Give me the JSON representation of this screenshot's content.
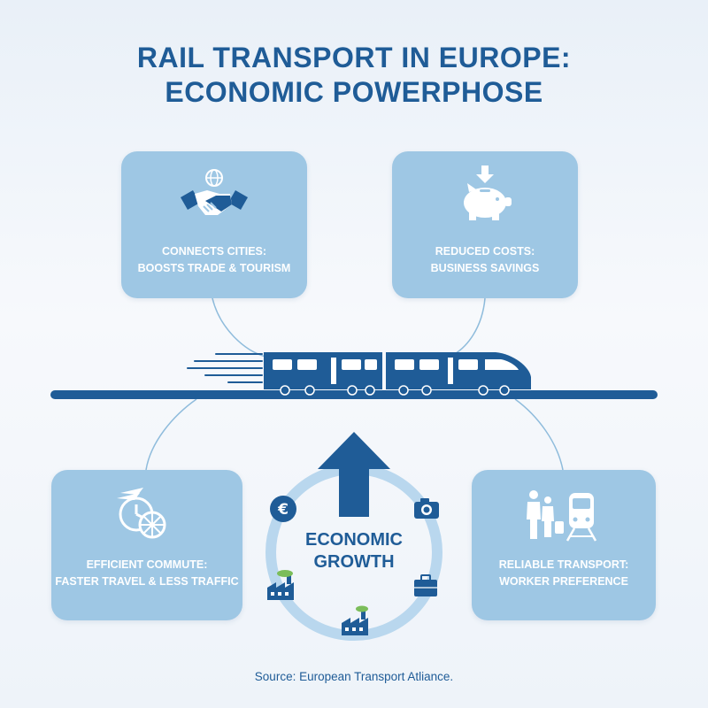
{
  "title": {
    "line1": "RAIL TRANSPORT IN EUROPE:",
    "line2": "ECONOMIC POWERPHOSE"
  },
  "cards": {
    "connects": {
      "line1": "CONNECTS CITIES:",
      "line2": "BOOSTS TRADE & TOURISM",
      "icon": "handshake-globe-icon"
    },
    "reduced": {
      "line1": "REDUCED COSTS:",
      "line2": "BUSINESS SAVINGS",
      "icon": "piggy-bank-icon"
    },
    "commute": {
      "line1": "EFFICIENT COMMUTE:",
      "line2": "FASTER TRAVEL & LESS TRAFFIC",
      "icon": "clock-wheel-icon"
    },
    "reliable": {
      "line1": "RELIABLE TRANSPORT:",
      "line2": "WORKER PREFERENCE",
      "icon": "commuters-train-icon"
    }
  },
  "growth": {
    "line1": "ECONOMIC",
    "line2": "GROWTH",
    "icons": [
      "euro-icon",
      "camera-icon",
      "briefcase-icon",
      "factory-icon",
      "factory-icon"
    ]
  },
  "source": "Source: European Transport Atliance.",
  "colors": {
    "title": "#1f5c97",
    "card": "#9ec7e4",
    "train": "#1f5c97",
    "ring": "#b9d7ee",
    "connector": "#8fbcdc"
  }
}
